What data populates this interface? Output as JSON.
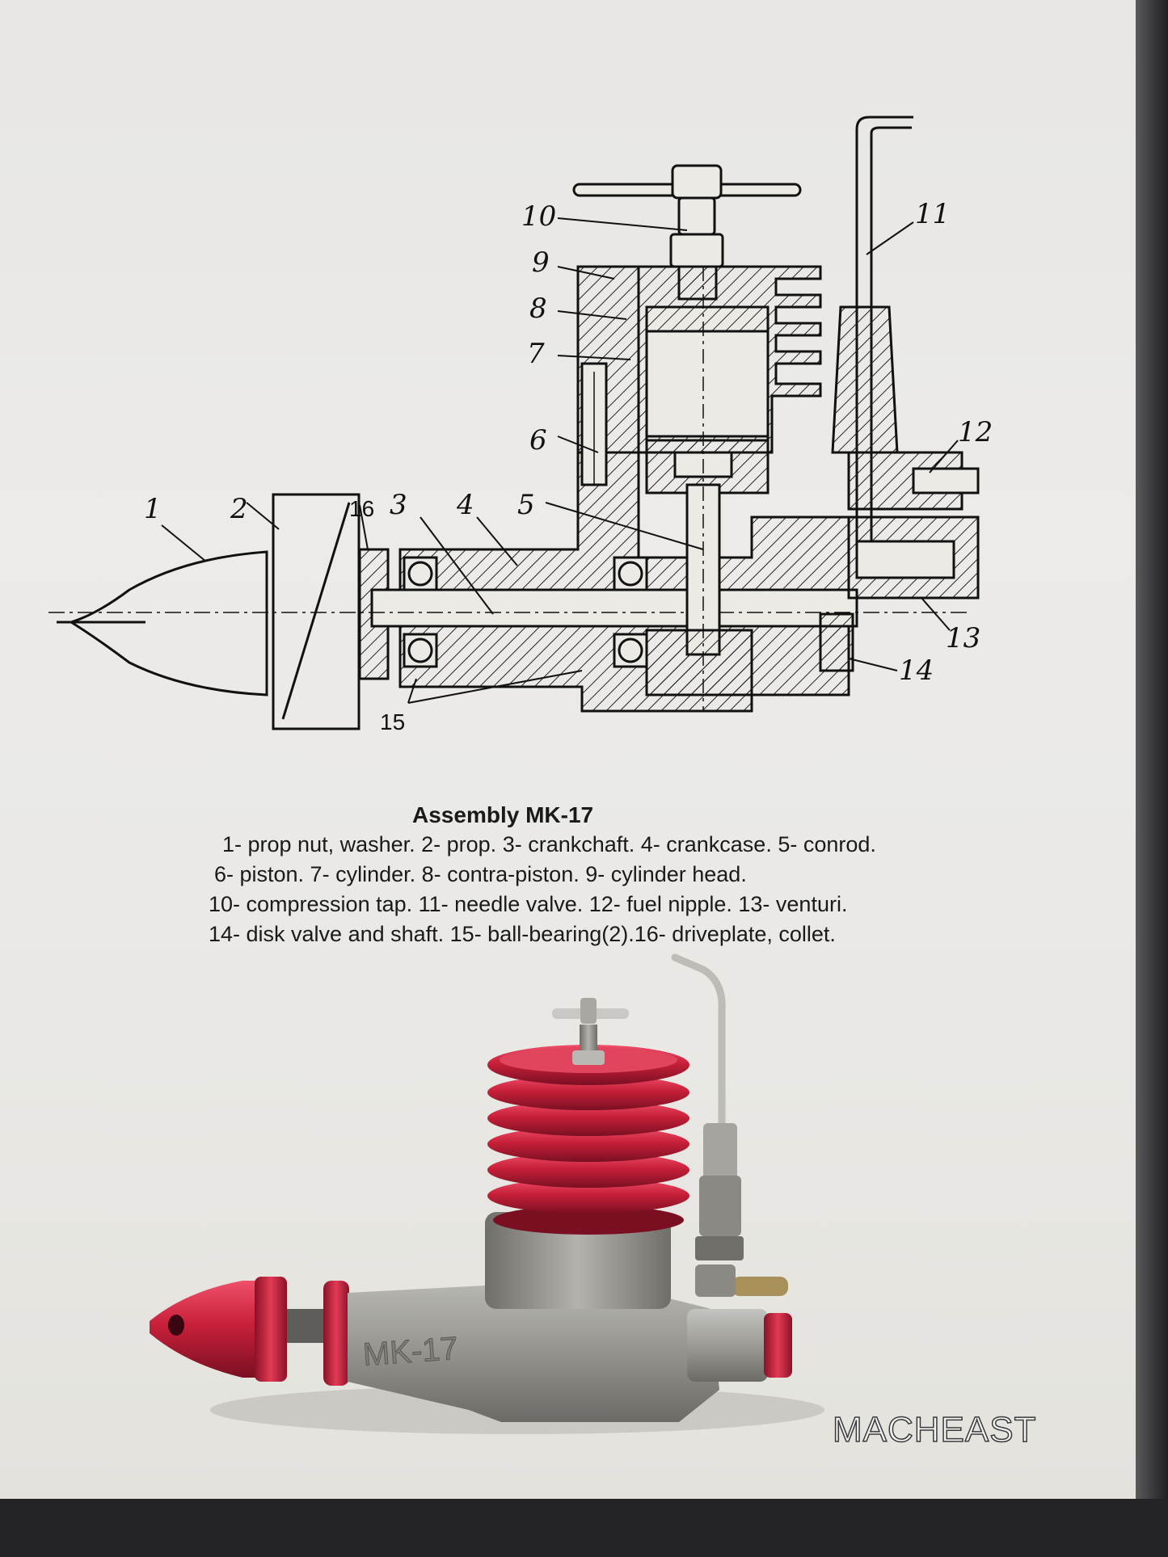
{
  "caption": {
    "title": "Assembly MK-17",
    "lines": [
      "1- prop nut, washer. 2- prop. 3- crankchaft. 4- crankcase. 5- conrod.",
      "6- piston. 7- cylinder. 8- contra-piston. 9- cylinder head.",
      "10- compression tap. 11- needle valve. 12- fuel nipple. 13- venturi.",
      "14- disk valve and shaft. 15- ball-bearing(2).16- driveplate, collet."
    ]
  },
  "callouts": [
    "1",
    "2",
    "16",
    "3",
    "4",
    "5",
    "6",
    "7",
    "8",
    "9",
    "10",
    "11",
    "12",
    "13",
    "14",
    "15"
  ],
  "engine_marking": "MK-17",
  "watermark": "MACHEAST",
  "colors": {
    "paper": "#e9e8e4",
    "anodized_red": "#c8203a",
    "aluminum": "#9a9a98",
    "ink": "#111111"
  }
}
